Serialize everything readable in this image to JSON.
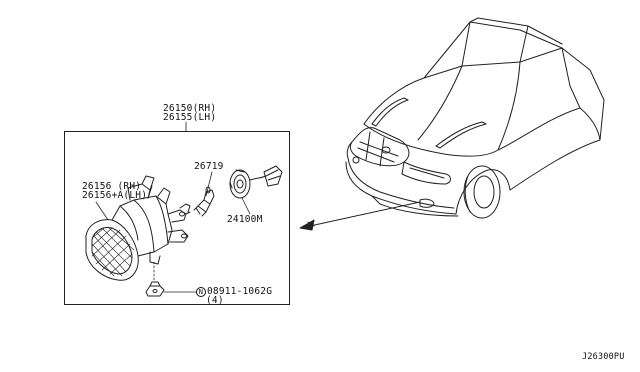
{
  "labels": {
    "assembly_rh": "26150(RH)",
    "assembly_lh": "26155(LH)",
    "bulb": "26719",
    "lamp_rh": "26156  (RH)",
    "lamp_lh": "26156+A(LH)",
    "socket": "24100M",
    "nut": "08911-1062G",
    "nut_qty": "(4)",
    "nut_symbol": "N",
    "diagram_code": "J26300PU"
  }
}
